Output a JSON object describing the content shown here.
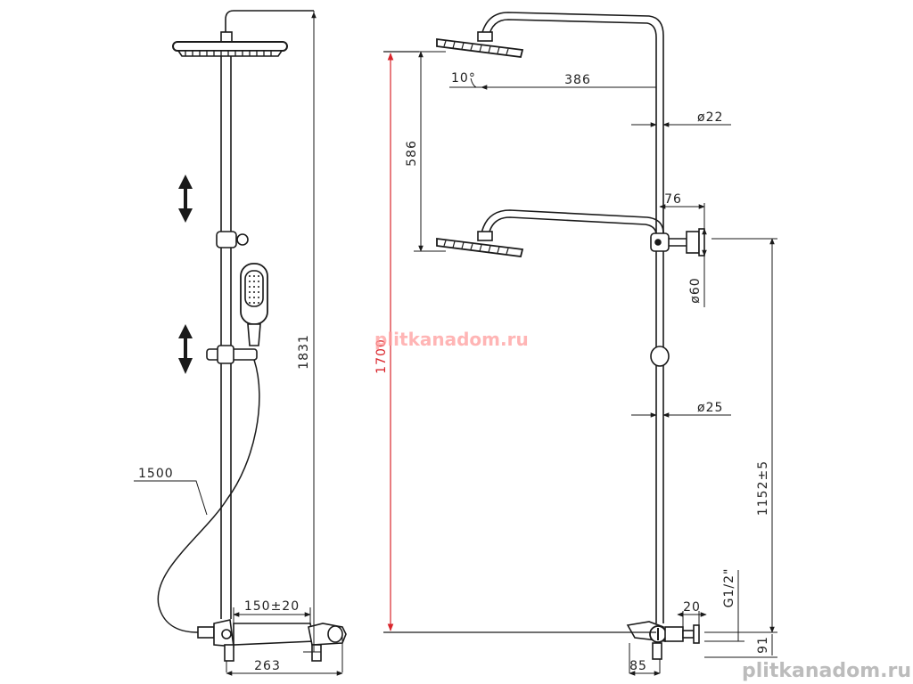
{
  "dimensions": {
    "total_height_left": "1831",
    "hose_length": "1500",
    "mixer_spacing": "150±20",
    "base_depth_left": "263",
    "install_height": "1700",
    "shower_spacing": "586",
    "tilt_angle": "10°",
    "arm_length": "386",
    "pipe_upper_dia": "ø22",
    "wall_offset": "76",
    "bracket_dia": "ø60",
    "pipe_lower_dia": "ø25",
    "bracket_height": "1152±5",
    "thread": "G1/2\"",
    "connector_len": "20",
    "base_height": "91",
    "base_depth_right": "85"
  },
  "watermarks": {
    "center": "plitkanadom.ru",
    "corner": "plitkanadom.ru"
  },
  "colors": {
    "line": "#1a1a1a",
    "accent_red": "#d9262c",
    "watermark_pink": "#ff9c9c"
  }
}
